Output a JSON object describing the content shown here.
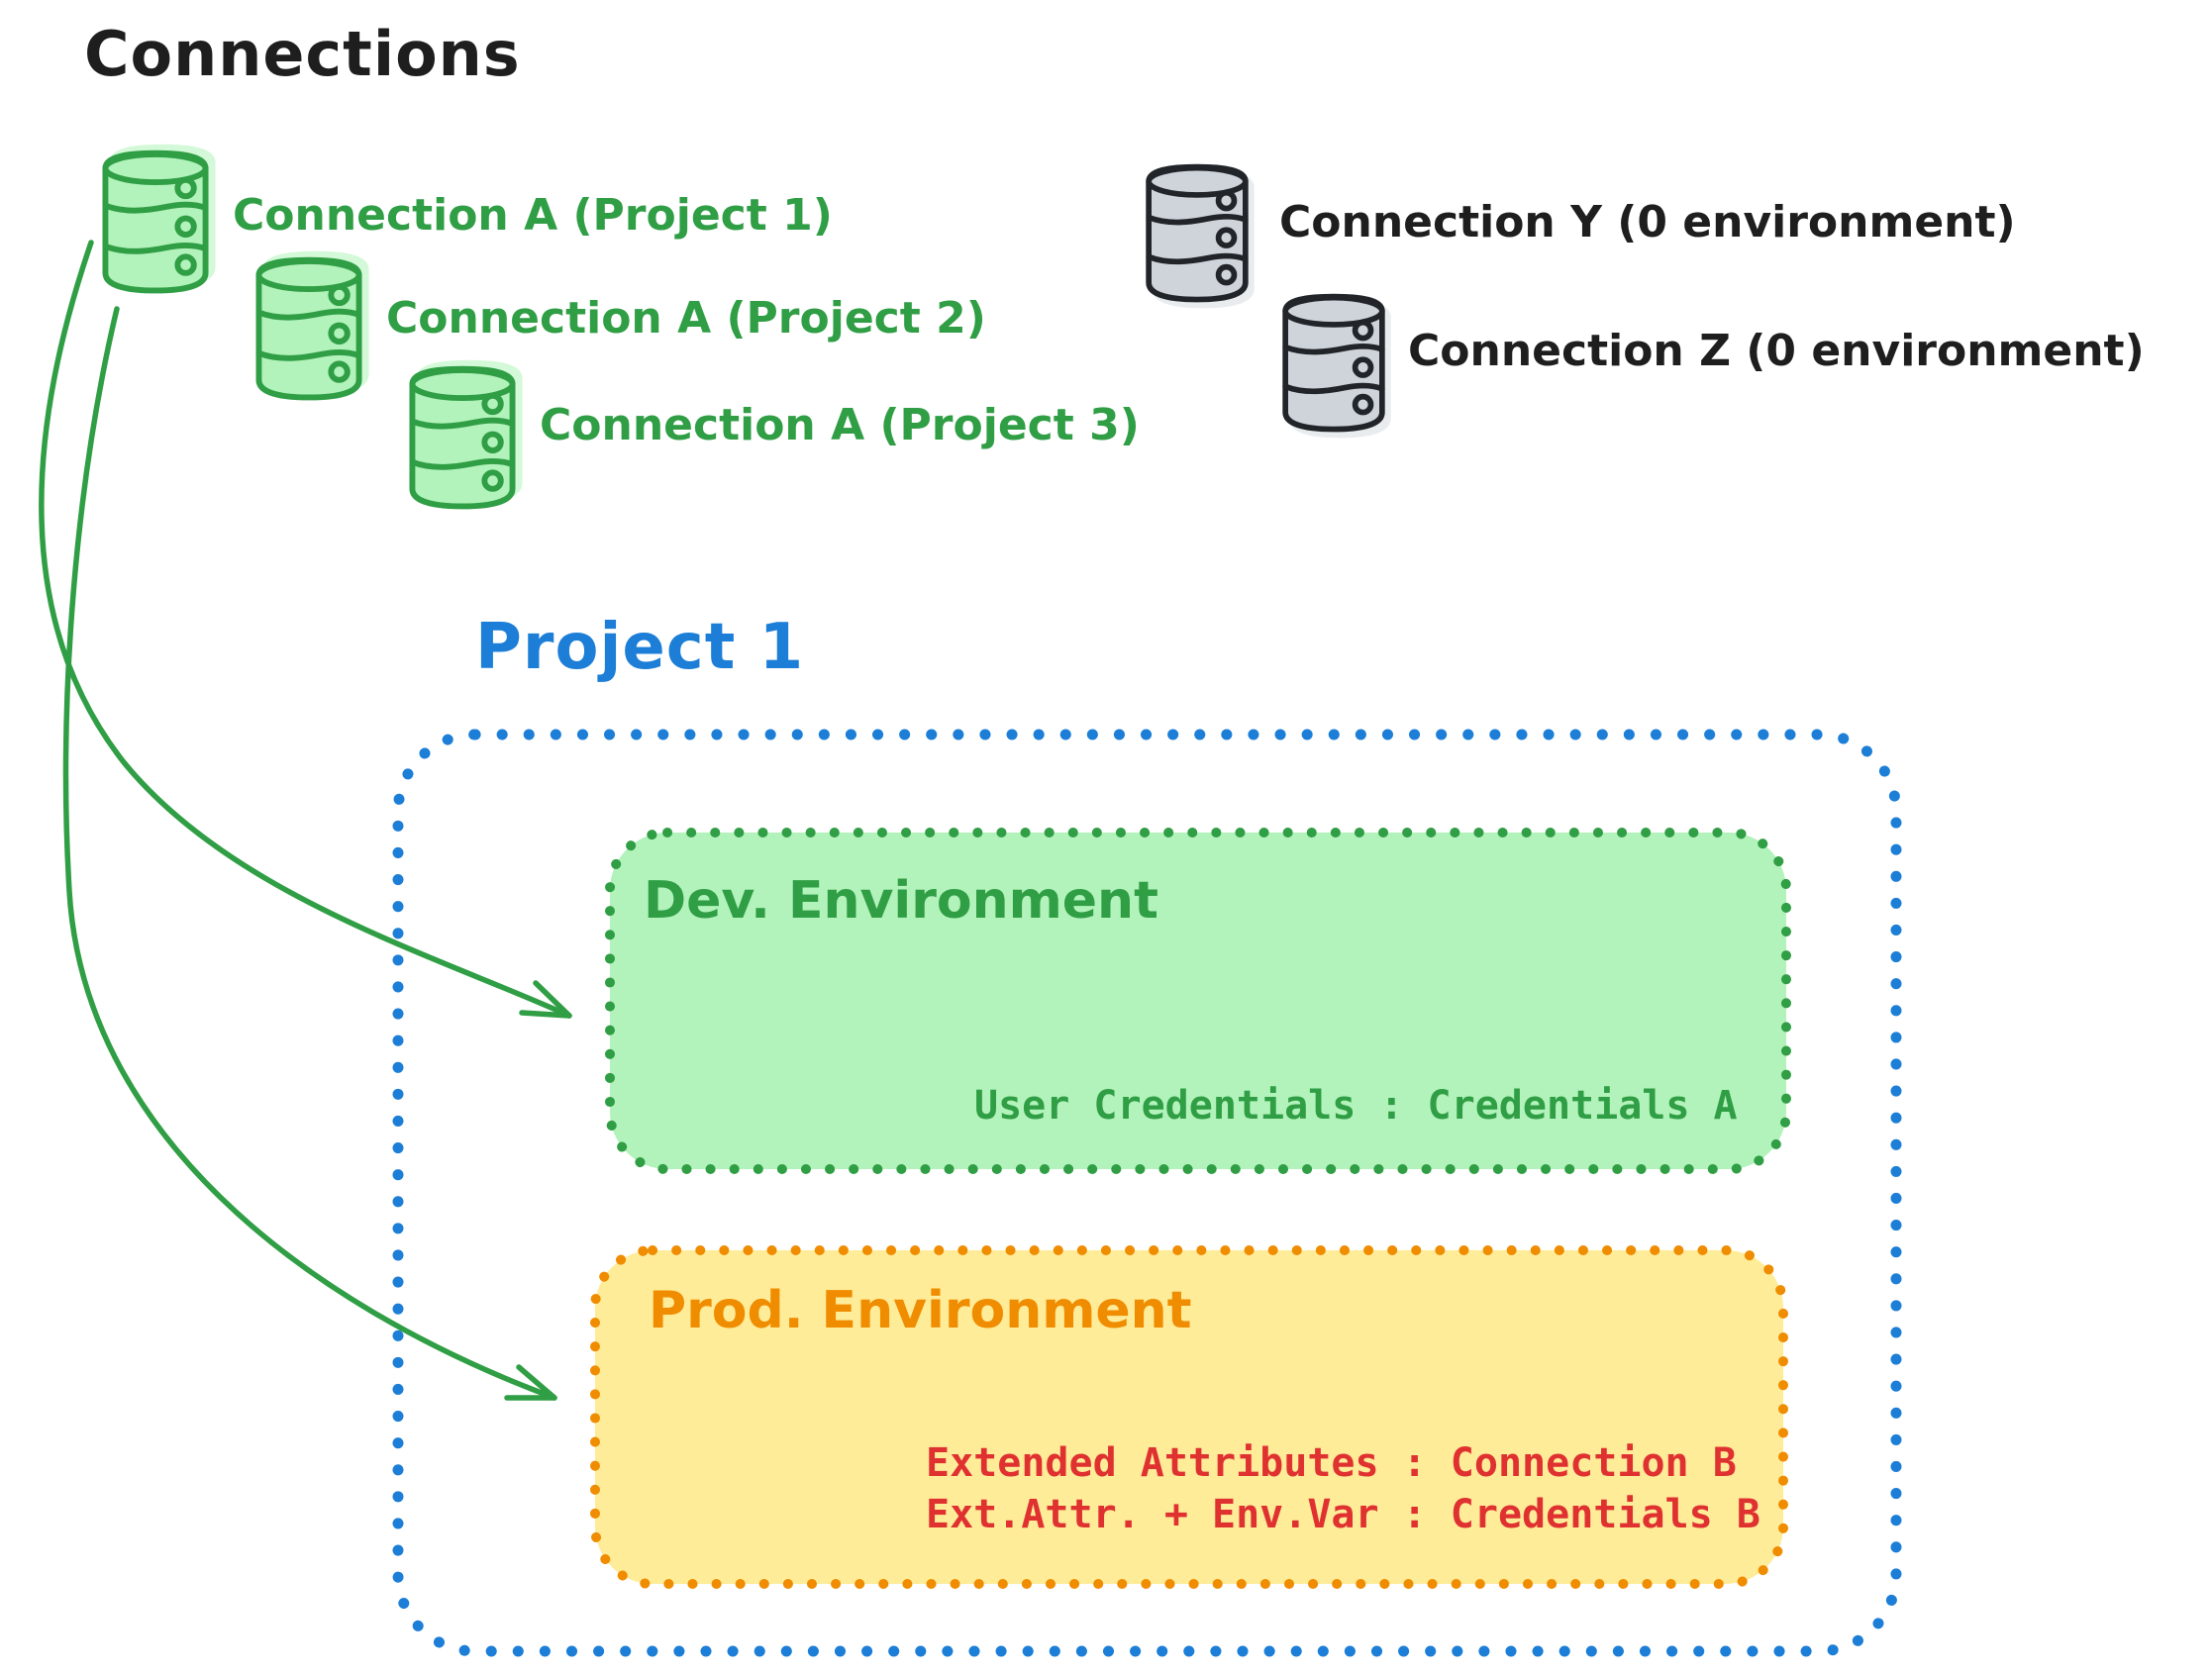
{
  "title": "Connections",
  "connections": {
    "project_a": [
      {
        "label": "Connection A (Project 1)"
      },
      {
        "label": "Connection A (Project 2)"
      },
      {
        "label": "Connection A (Project 3)"
      }
    ],
    "unassigned": [
      {
        "label": "Connection Y (0 environment)"
      },
      {
        "label": "Connection Z (0 environment)"
      }
    ]
  },
  "project": {
    "title": "Project 1",
    "dev": {
      "title": "Dev. Environment",
      "credentials": "User Credentials : Credentials A"
    },
    "prod": {
      "title": "Prod. Environment",
      "line1": "Extended Attributes : Connection B",
      "line2": "Ext.Attr. + Env.Var : Credentials B"
    }
  },
  "edges": [
    {
      "from": "Connection A (Project 1)",
      "to": "Dev. Environment"
    },
    {
      "from": "Connection A (Project 1)",
      "to": "Prod. Environment"
    }
  ],
  "icons": {
    "database_icon": "database-icon",
    "arrow_icon": "curved-arrow"
  },
  "colors": {
    "ink": "#1e1e1e",
    "green": "#2f9e44",
    "green_fill": "#b2f2bb",
    "blue": "#1c7ed6",
    "orange": "#f08c00",
    "orange_fill": "#ffec99",
    "red": "#e03131",
    "gray_fill": "#ced4da"
  }
}
